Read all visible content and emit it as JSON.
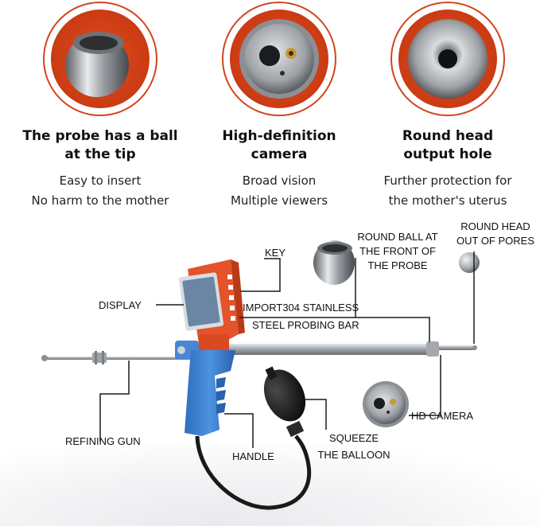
{
  "features": [
    {
      "title_line1": "The probe has a ball",
      "title_line2": "at the tip",
      "sub_line1": "Easy to insert",
      "sub_line2": "No harm to the mother"
    },
    {
      "title_line1": "High-definition",
      "title_line2": "camera",
      "sub_line1": "Broad vision",
      "sub_line2": "Multiple viewers"
    },
    {
      "title_line1": "Round head",
      "title_line2": "output hole",
      "sub_line1": "Further protection for",
      "sub_line2": "the mother's uterus"
    }
  ],
  "callouts": {
    "key": "KEY",
    "display": "DISPLAY",
    "round_ball_1": "ROUND BALL AT",
    "round_ball_2": "THE FRONT OF",
    "round_ball_3": "THE PROBE",
    "round_head_1": "ROUND HEAD",
    "round_head_2": "OUT OF PORES",
    "bar_1": "IMPORT304 STAINLESS",
    "bar_2": "STEEL PROBING BAR",
    "hd_camera": "HD CAMERA",
    "refining_gun": "REFINING GUN",
    "handle": "HANDLE",
    "squeeze_1": "SQUEEZE",
    "squeeze_2": "THE BALLOON"
  },
  "colors": {
    "accent": "#d2451e",
    "device_orange": "#e4532a",
    "grip_blue": "#3a7fd0",
    "balloon": "#1c1c1c",
    "steel": "#b8bcc2"
  }
}
